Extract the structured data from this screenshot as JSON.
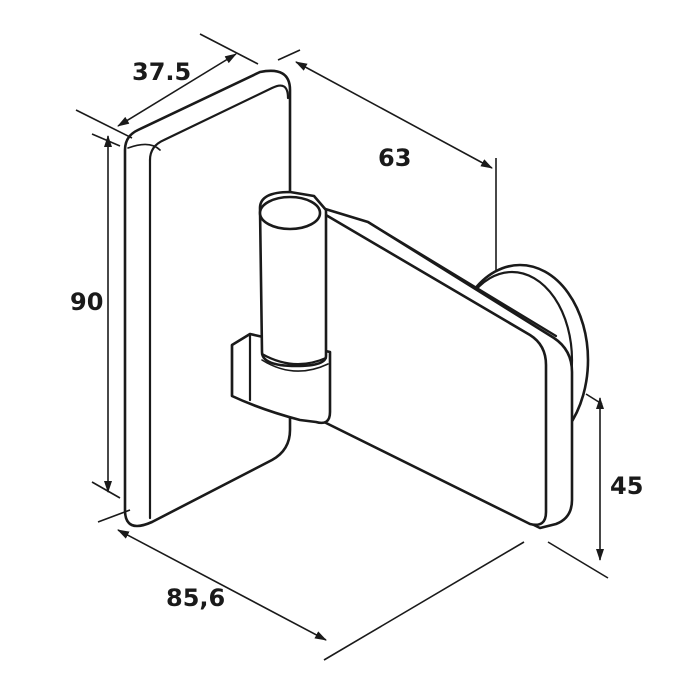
{
  "dimensions": {
    "thickness": "37.5",
    "depth": "63",
    "height": "90",
    "width": "85,6",
    "projection": "45"
  },
  "colors": {
    "line": "#1a1a1a",
    "background": "#ffffff"
  }
}
